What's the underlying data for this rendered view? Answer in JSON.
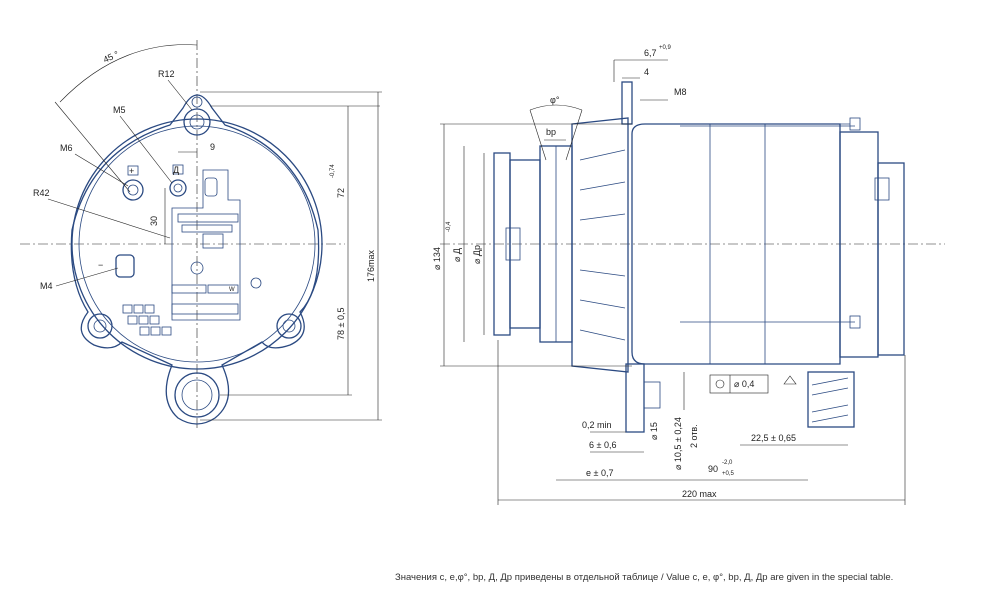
{
  "front_view": {
    "angle_45": "45 °",
    "r12": "R12",
    "m5": "M5",
    "m6": "M6",
    "r42": "R42",
    "m4": "M4",
    "dim_9": "9",
    "dim_30": "30",
    "dim_72": "72",
    "dim_72_tol": "-0,74",
    "dim_78": "78 ± 0,5",
    "dim_176": "176max",
    "plus_sign": "+",
    "minus_sign": "−",
    "d_label": "Д",
    "w_label": "W"
  },
  "side_view": {
    "dim_67": "6,7",
    "dim_67_tol": "+0,9",
    "dim_4": "4",
    "m8": "M8",
    "phi": "φ°",
    "bp": "bp",
    "d134": "⌀ 134",
    "d134_tol": "-0,4",
    "d_d": "⌀ Д",
    "d_dp": "⌀ Др",
    "flatness": "⌀ 0,4",
    "dim_02": "0,2 min",
    "d15": "⌀ 15",
    "d105": "⌀ 10,5 ± 0,24",
    "holes": "2 отв.",
    "dim_6": "6 ± 0,6",
    "dim_e": "e ± 0,7",
    "dim_90": "90",
    "dim_90_tol_top": "-2,0",
    "dim_90_tol_bot": "+0,5",
    "dim_225": "22,5 ± 0,65",
    "dim_220": "220 max"
  },
  "caption": "Значения с, e,φ°, bp, Д, Др приведены в отдельной таблице / Value c, e, φ°, bp, Д, Др are given in the special table."
}
